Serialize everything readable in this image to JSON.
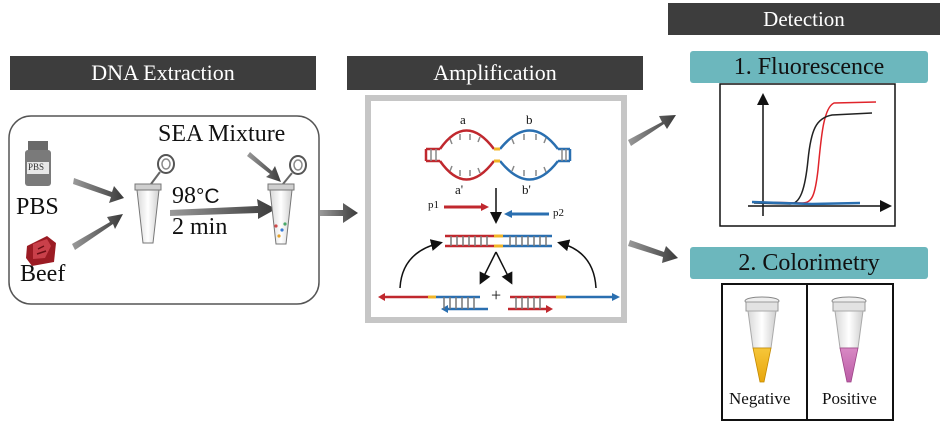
{
  "sections": {
    "extraction_title": "DNA Extraction",
    "amplification_title": "Amplification",
    "detection_title": "Detection"
  },
  "extraction": {
    "pbs_bottle_label": "PBS",
    "pbs_label": "PBS",
    "beef_label": "Beef",
    "mixture_label": "SEA Mixture",
    "temperature": "98",
    "temperature_unit": "°C",
    "duration": "2 min"
  },
  "amplification": {
    "strand_a": "a",
    "strand_b": "b",
    "strand_a_prime": "a'",
    "strand_b_prime": "b'",
    "primer_1": "p1",
    "primer_2": "p2",
    "plus_sign": "+"
  },
  "detection": {
    "fluorescence_title": "1. Fluorescence",
    "colorimetry_title": "2. Colorimetry",
    "negative_label": "Negative",
    "positive_label": "Positive"
  },
  "colors": {
    "header_bg": "#3d3d3d",
    "detection_badge": "#6cb7bd",
    "strand_red": "#c0282e",
    "strand_blue": "#2a6fb0",
    "junction_yellow": "#f0b428",
    "negative_fill": "#f0b41e",
    "positive_fill": "#c86eb4"
  }
}
